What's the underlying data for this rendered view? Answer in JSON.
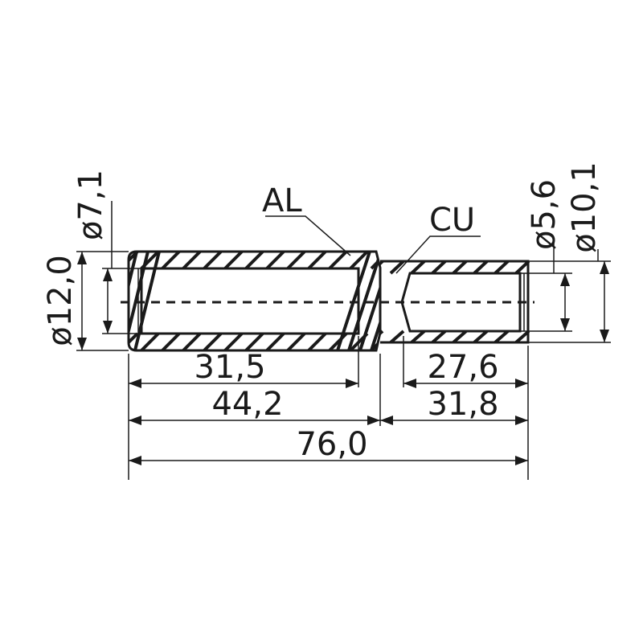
{
  "materials": {
    "aluminium": "AL",
    "copper": "CU"
  },
  "diameters": {
    "al_outer": "ø12,0",
    "al_inner": "ø7,1",
    "cu_inner": "ø5,6",
    "cu_outer": "ø10,1"
  },
  "lengths": {
    "al_bore": "31,5",
    "al_part": "44,2",
    "cu_bore": "27,6",
    "cu_part": "31,8",
    "total": "76,0"
  },
  "colors": {
    "ink": "#1a1a1a",
    "background": "#ffffff"
  }
}
